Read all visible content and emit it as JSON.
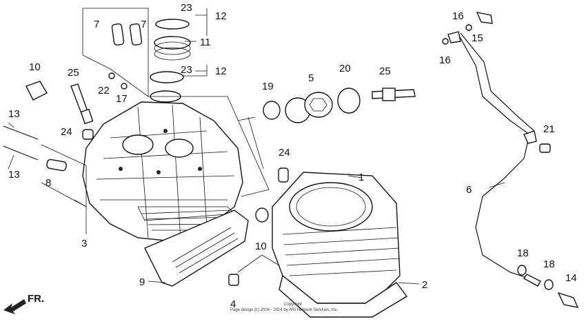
{
  "labels": {
    "p1": "1",
    "p2": "2",
    "p3": "3",
    "p4": "4",
    "p5": "5",
    "p6": "6",
    "p7a": "7",
    "p7b": "7",
    "p8": "8",
    "p9": "9",
    "p10a": "10",
    "p10b": "10",
    "p11": "11",
    "p12a": "12",
    "p12b": "12",
    "p13a": "13",
    "p13b": "13",
    "p14": "14",
    "p15": "15",
    "p16a": "16",
    "p16b": "16",
    "p17": "17",
    "p18a": "18",
    "p18b": "18",
    "p19": "19",
    "p20": "20",
    "p21": "21",
    "p22": "22",
    "p23a": "23",
    "p23b": "23",
    "p24a": "24",
    "p24b": "24",
    "p25a": "25",
    "p25b": "25"
  },
  "copyright": {
    "line1": "Copyright",
    "line2": "Page design (c) 2004 - 2014 by ARI Network Services, Inc."
  },
  "front_arrow": "FR."
}
